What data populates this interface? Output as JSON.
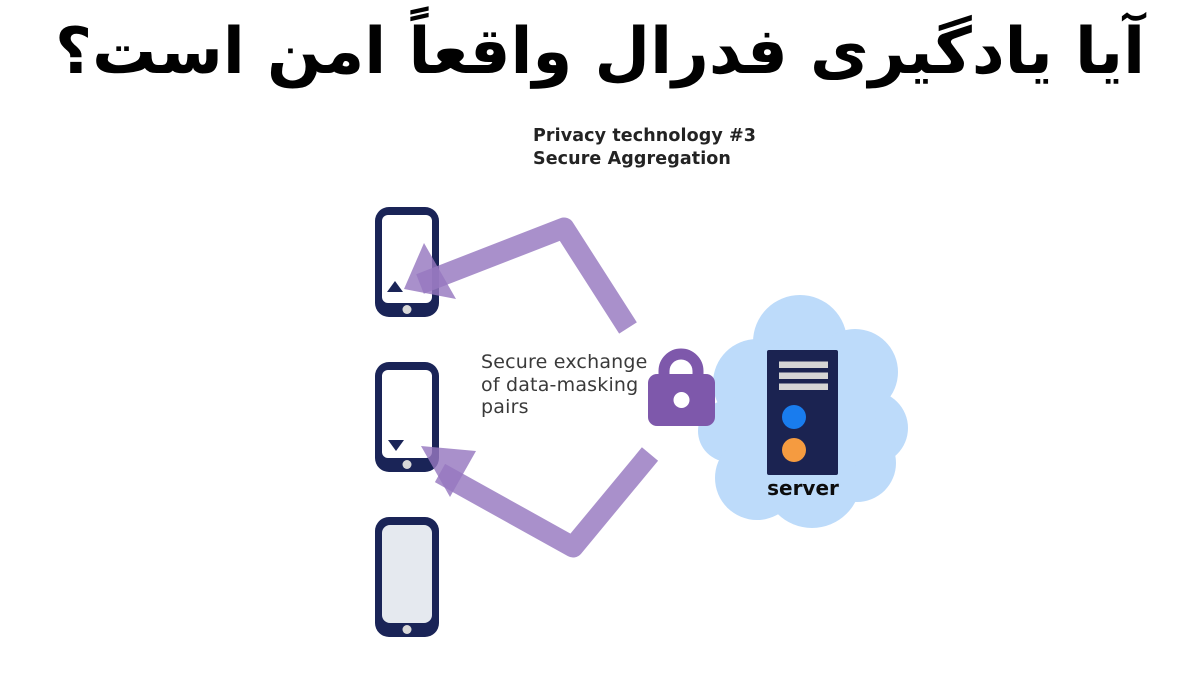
{
  "title": {
    "text": "آیا یادگیری فدرال واقعاً امن است؟"
  },
  "diagram": {
    "heading": {
      "line1": "Privacy technology #3",
      "line2": "Secure Aggregation"
    },
    "exchange_label": {
      "line1": "Secure exchange",
      "line2": "of data-masking",
      "line3": "pairs"
    },
    "server_label": "server",
    "devices": [
      {
        "id": "phone-1",
        "icon": "smartphone-icon",
        "indicator": "triangle-up"
      },
      {
        "id": "phone-2",
        "icon": "smartphone-icon",
        "indicator": "triangle-down"
      },
      {
        "id": "phone-3",
        "icon": "smartphone-icon",
        "indicator": "none"
      }
    ],
    "icons": {
      "lock": "lock-icon",
      "cloud": "cloud-icon",
      "server": "server-icon",
      "arrows": [
        "arrow-to-phone-1-icon",
        "arrow-to-phone-2-icon"
      ]
    }
  },
  "colors": {
    "background": "#ffffff",
    "title_text": "#010101",
    "heading_text": "#232323",
    "label_text": "#3a3a3a",
    "phone_navy": "#1a2457",
    "server_navy": "#1b2351",
    "arrow_purple": "#9678c0",
    "lock_purple": "#7e58ab",
    "cloud_blue": "#bddbfa",
    "server_dot_blue": "#197cee",
    "server_dot_orange": "#f59b40",
    "server_bar_gray": "#d5d5d5",
    "home_button_gray": "#d9d9d9",
    "phone3_screen_gray": "#e5e9ef",
    "keyhole_white": "#ffffff"
  }
}
